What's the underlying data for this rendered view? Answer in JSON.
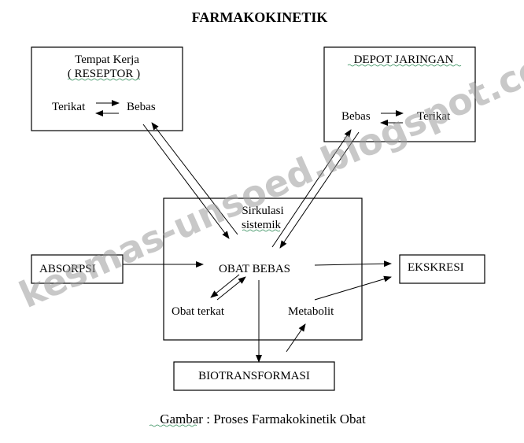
{
  "title": "FARMAKOKINETIK",
  "caption": "Gambar : Proses Farmakokinetik Obat",
  "watermark": "kesmas-unsoed.blogspot.com",
  "nodes": {
    "tempat_kerja": {
      "line1": "Tempat Kerja",
      "line2": "( RESEPTOR )",
      "left": "Terikat",
      "right": "Bebas"
    },
    "depot": {
      "title": "DEPOT  JARINGAN",
      "left": "Bebas",
      "right": "Terikat"
    },
    "sirkulasi": {
      "line1": "Sirkulasi",
      "line2": "sistemik",
      "center": "OBAT BEBAS",
      "bound": "Obat terkat",
      "metabolite": "Metabolit"
    },
    "absorpsi": "ABSORPSI",
    "ekskresi": "EKSKRESI",
    "biotransformasi": "BIOTRANSFORMASI"
  }
}
